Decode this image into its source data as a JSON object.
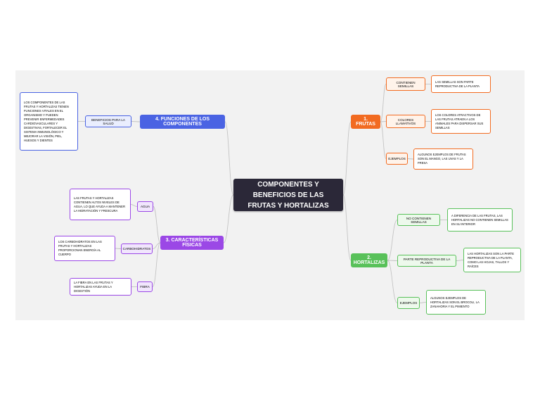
{
  "colors": {
    "frutas": "#f26b21",
    "hortalizas": "#59c15a",
    "caracteristicas": "#9b48e6",
    "funciones": "#4a63e3",
    "central": "#2b2838",
    "frutas_sub_bg": "#fff3ea",
    "hortalizas_sub_bg": "#edf9ec",
    "caracteristicas_sub_bg": "#f1e6fd",
    "funciones_sub_bg": "#eaeefe"
  },
  "central": {
    "title_line1": "COMPONENTES Y BENEFICIOS DE LAS",
    "title_line2": "FRUTAS Y HORTALIZAS"
  },
  "frutas": {
    "label": "1. FRUTAS",
    "children": [
      {
        "label": "CONTIENEN SEMILLAS",
        "detail": "LAS SEMILLAS SON PARTE REPRODUCTIVA DE LA PLANTA"
      },
      {
        "label": "COLORES LLAMATIVOS",
        "detail": "LOS COLORES ATRACTIVOS DE LAS FRUTAS ATRAEN A LOS ANIMALES PARA DISPERSAR SUS SEMILLAS"
      },
      {
        "label": "EJEMPLOS",
        "detail": "ALGUNOS EJEMPLOS DE FRUTAS SON EL MANGO, LAS UVAS Y LA FRESA"
      }
    ]
  },
  "hortalizas": {
    "label": "2. HORTALIZAS",
    "children": [
      {
        "label": "NO CONTIENEN SEMILLAS",
        "detail": "A DIFERENCIA DE LAS FRUTAS, LAS HORTALIZAS NO CONTIENEN SEMILLAS EN SU INTERIOR"
      },
      {
        "label": "PARTE REPRODUCTIVA DE LA PLANTA",
        "detail": "LAS HORTALIZAS SON LA PARTE REPRODUCTIVA DE LA PLANTA, COMO LAS HOJAS, TALLOS Y RAÍCES"
      },
      {
        "label": "EJEMPLOS",
        "detail": "ALGUNOS EJEMPLOS DE HORTALIZAS SON EL BROCOLI, LA ZANAHORIA Y EL PIMIENTO"
      }
    ]
  },
  "caracteristicas": {
    "label": "3. CARACTERÍSTICAS FÍSICAS",
    "children": [
      {
        "label": "AGUA",
        "detail": "LAS FRUTAS Y HORTALIZAS CONTIENEN ALTOS NIVELES DE AGUA, LO QUE AYUDA A MANTENER LA HIDRATACIÓN Y FRESCURA"
      },
      {
        "label": "CARBOHIDRATOS",
        "detail": "LOS CARBOHIDRATOS EN LAS FRUTAS Y HORTALIZAS PROPORCIONAN ENERGÍA AL CUERPO"
      },
      {
        "label": "FIBRA",
        "detail": "LA FIBRA EN LAS FRUTAS Y HORTALIZAS AYUDA EN LA DIGESTIÓN"
      }
    ]
  },
  "funciones": {
    "label": "4. FUNCIONES DE LOS COMPONENTES",
    "children": [
      {
        "label": "BENEFICIOS PARA LA SALUD",
        "detail": "LOS COMPONENTES DE LAS FRUTAS Y HORTALIZAS TIENEN FUNCIONES VITALES EN EL ORGANISMO Y PUEDEN PREVENIR ENFERMEDADES CARDIOVASCULARES Y DIGESTIVAS, FORTALECER EL SISTEMA INMUNOLÓGICO Y MEJORAR LA VISIÓN, PIEL, HUESOS Y DIENTES"
      }
    ]
  }
}
